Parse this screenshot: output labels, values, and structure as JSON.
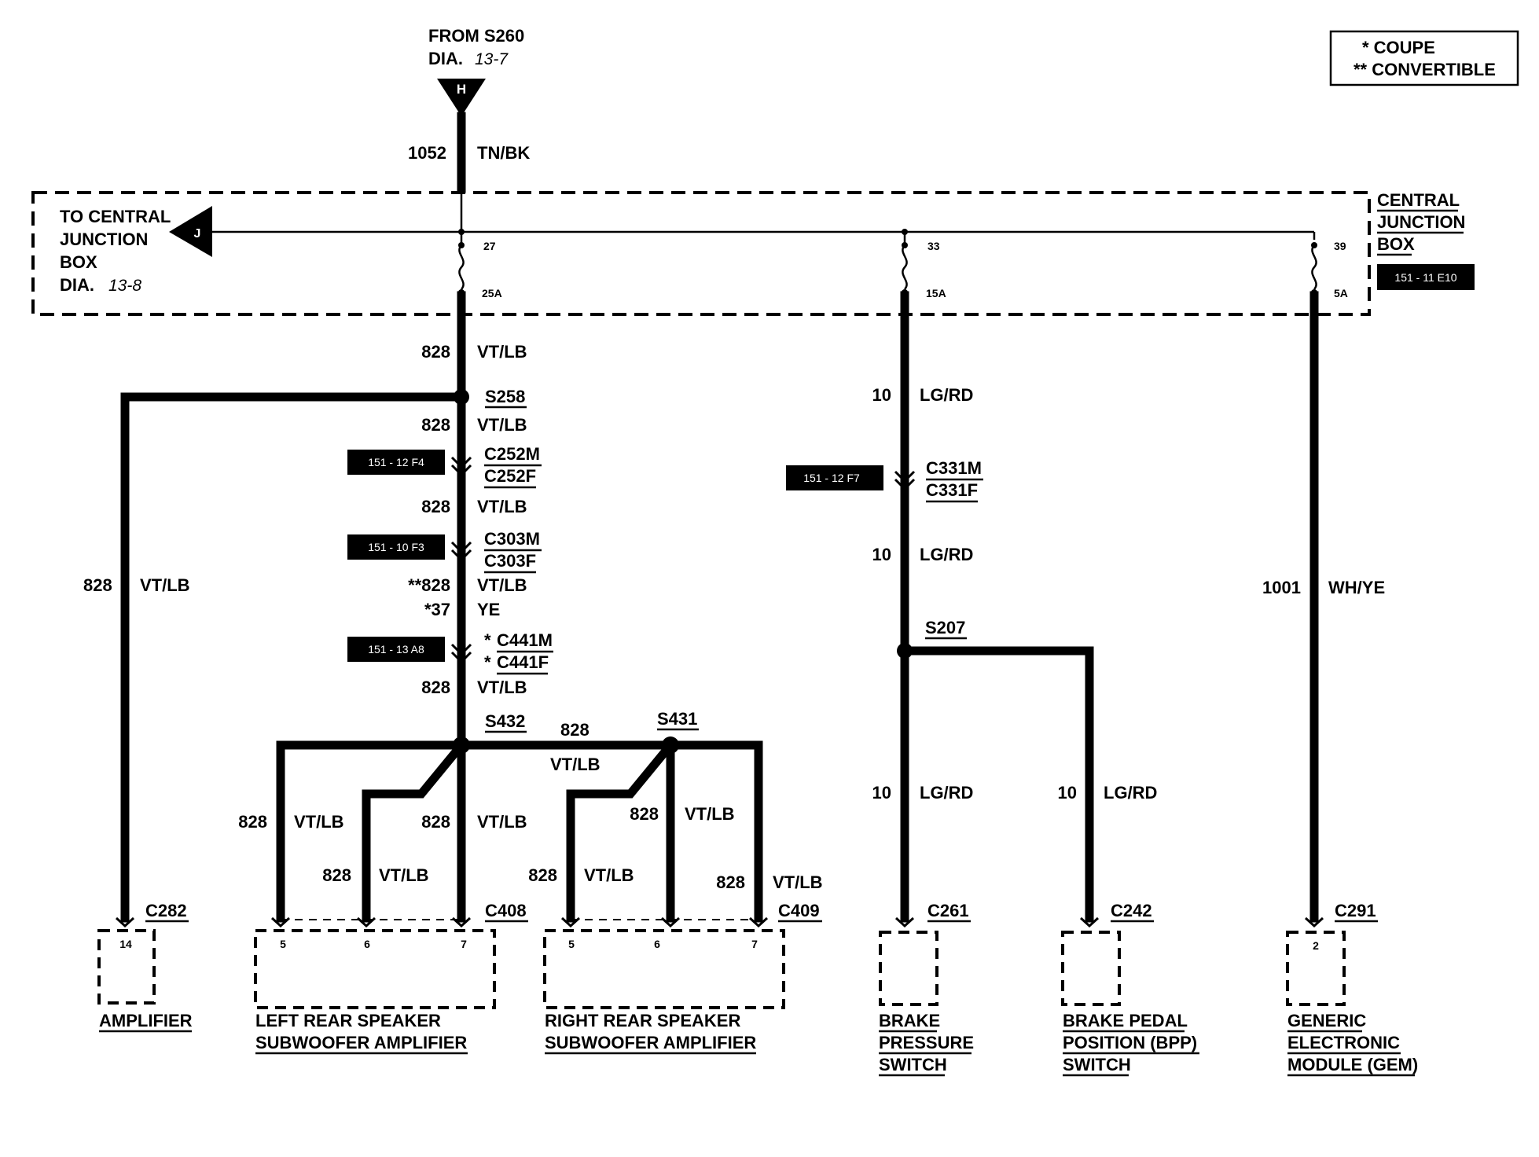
{
  "legend": {
    "coupe": "* COUPE",
    "convertible": "** CONVERTIBLE"
  },
  "source": {
    "from": "FROM S260",
    "dia": "DIA.",
    "dia_ref": "13-7",
    "connector": "H",
    "circuit": "1052",
    "color": "TN/BK"
  },
  "cjb_ref": {
    "to": "TO CENTRAL",
    "junction": "JUNCTION",
    "box": "BOX",
    "dia": "DIA.",
    "dia_ref": "13-8",
    "connector": "J"
  },
  "cjb_title": {
    "line1": "CENTRAL",
    "line2": "JUNCTION",
    "line3": "BOX",
    "loc": "151 - 11  E10"
  },
  "fuses": [
    {
      "num": "27",
      "amps": "25A"
    },
    {
      "num": "33",
      "amps": "15A"
    },
    {
      "num": "39",
      "amps": "5A"
    }
  ],
  "left_branch": {
    "w1": {
      "circuit": "828",
      "color": "VT/LB"
    },
    "s258": "S258",
    "w2": {
      "circuit": "828",
      "color": "VT/LB"
    },
    "c252": {
      "loc": "151 - 12  F4",
      "male": "C252M",
      "female": "C252F"
    },
    "w3": {
      "circuit": "828",
      "color": "VT/LB"
    },
    "c303": {
      "loc": "151 - 10  F3",
      "male": "C303M",
      "female": "C303F"
    },
    "w4a": {
      "circuit": "**828",
      "color": "VT/LB"
    },
    "w4b": {
      "circuit": "*37",
      "color": "YE"
    },
    "c441": {
      "loc": "151 - 13  A8",
      "star1": "*",
      "male": "C441M",
      "star2": "*",
      "female": "C441F"
    },
    "w5": {
      "circuit": "828",
      "color": "VT/LB"
    },
    "s432": "S432",
    "s431": "S431",
    "bridge": {
      "circuit": "828",
      "color": "VT/LB"
    },
    "amp_wire": {
      "circuit": "828",
      "color": "VT/LB"
    }
  },
  "speaker_wires": {
    "lr_5": {
      "circuit": "828",
      "color": "VT/LB"
    },
    "lr_6": {
      "circuit": "828",
      "color": "VT/LB"
    },
    "lr_7": {
      "circuit": "828",
      "color": "VT/LB"
    },
    "rr_5": {
      "circuit": "828",
      "color": "VT/LB"
    },
    "rr_6": {
      "circuit": "828",
      "color": "VT/LB"
    },
    "rr_7": {
      "circuit": "828",
      "color": "VT/LB"
    }
  },
  "middle_branch": {
    "w1": {
      "circuit": "10",
      "color": "LG/RD"
    },
    "c331": {
      "loc": "151 - 12  F7",
      "male": "C331M",
      "female": "C331F"
    },
    "w2": {
      "circuit": "10",
      "color": "LG/RD"
    },
    "s207": "S207",
    "w3": {
      "circuit": "10",
      "color": "LG/RD"
    },
    "w4": {
      "circuit": "10",
      "color": "LG/RD"
    }
  },
  "right_branch": {
    "w1": {
      "circuit": "1001",
      "color": "WH/YE"
    }
  },
  "components": {
    "amplifier": {
      "connector": "C282",
      "pin": "14",
      "name1": "AMPLIFIER"
    },
    "left_sub": {
      "connector": "C408",
      "pins": [
        "5",
        "6",
        "7"
      ],
      "name1": "LEFT REAR SPEAKER",
      "name2": "SUBWOOFER AMPLIFIER"
    },
    "right_sub": {
      "connector": "C409",
      "pins": [
        "5",
        "6",
        "7"
      ],
      "name1": "RIGHT REAR SPEAKER",
      "name2": "SUBWOOFER AMPLIFIER"
    },
    "brake_pressure": {
      "connector": "C261",
      "name1": "BRAKE",
      "name2": "PRESSURE",
      "name3": "SWITCH"
    },
    "bpp": {
      "connector": "C242",
      "name1": "BRAKE PEDAL",
      "name2": "POSITION (BPP)",
      "name3": "SWITCH"
    },
    "gem": {
      "connector": "C291",
      "pin": "2",
      "name1": "GENERIC",
      "name2": "ELECTRONIC",
      "name3": "MODULE (GEM)"
    }
  }
}
